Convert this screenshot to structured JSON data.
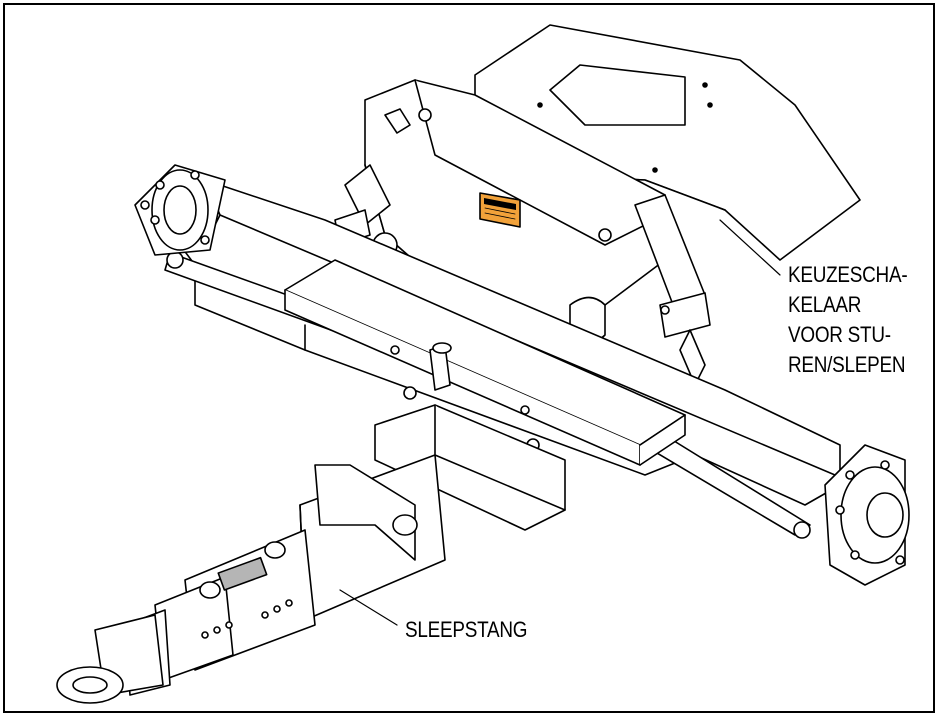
{
  "labels": {
    "selector_switch": [
      "KEUZESCHA-",
      "KELAAR",
      "VOOR STU-",
      "REN/SLEPEN"
    ],
    "tow_bar": "SLEEPSTANG"
  },
  "colors": {
    "line": "#000000",
    "background": "#ffffff",
    "warning_decal": "#f2a23a",
    "tow_bar_decal": "#b5b5b5"
  }
}
